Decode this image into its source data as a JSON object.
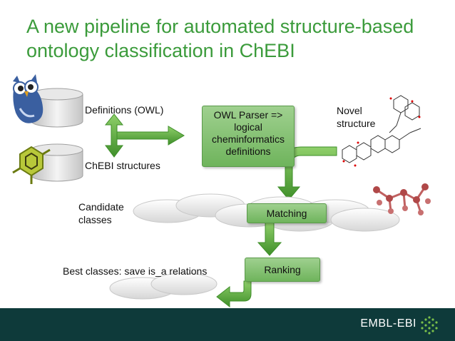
{
  "slide": {
    "title": "A new pipeline for automated structure-based ontology classification in ChEBI",
    "labels": {
      "definitions": "Definitions (OWL)",
      "chebi_structures": "ChEBI structures",
      "novel_structure": "Novel\nstructure",
      "candidate_classes": "Candidate\nclasses",
      "best_classes": "Best classes: save is_a relations"
    },
    "boxes": {
      "owl_parser": "OWL Parser =>\nlogical\ncheminformatics\ndefinitions",
      "matching": "Matching",
      "ranking": "Ranking"
    },
    "footer": {
      "brand": "EMBL-EBI"
    },
    "colors": {
      "title": "#3b9b3b",
      "arrow": "#5aaa3c",
      "footer": "#0e3a3a"
    }
  }
}
